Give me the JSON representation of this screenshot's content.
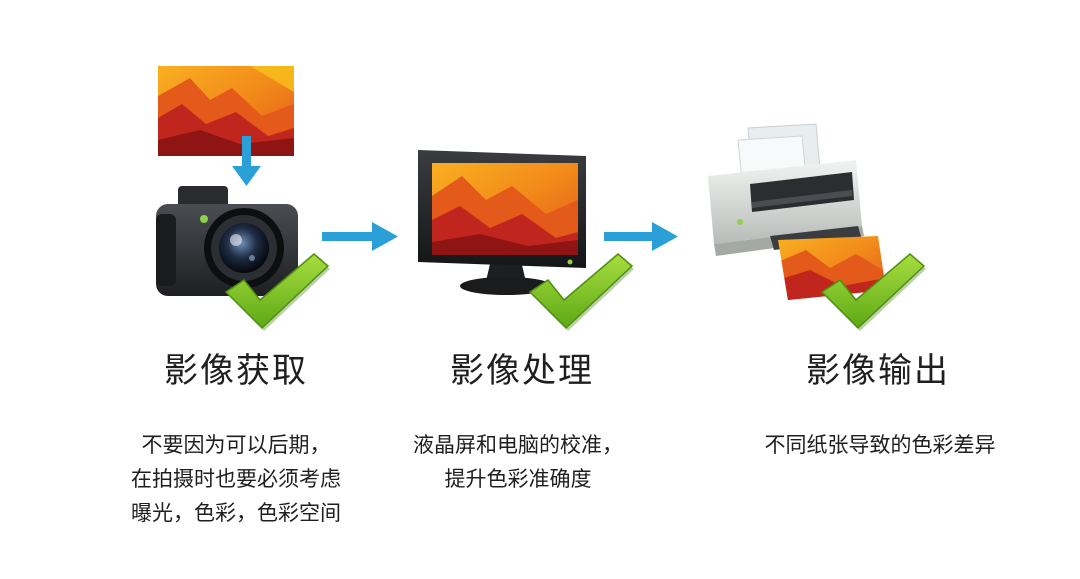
{
  "steps": [
    {
      "title": "影像获取",
      "desc_lines": [
        "不要因为可以后期，",
        "在拍摄时也要必须考虑",
        "曝光，色彩，色彩空间"
      ]
    },
    {
      "title": "影像处理",
      "desc_lines": [
        "液晶屏和电脑的校准，",
        "提升色彩准确度"
      ]
    },
    {
      "title": "影像输出",
      "desc_lines": [
        "不同纸张导致的色彩差异"
      ]
    }
  ],
  "colors": {
    "arrow": "#2a9fd8",
    "check": "#7dc21e",
    "check_dark": "#4e8f10",
    "photo_orange": "#f28a1a",
    "photo_red": "#c0261d",
    "photo_yellow": "#f7c21c"
  },
  "icons": [
    "landscape-photo-icon",
    "camera-icon",
    "monitor-icon",
    "printer-icon",
    "checkmark-icon",
    "right-arrow-icon",
    "down-arrow-icon"
  ]
}
